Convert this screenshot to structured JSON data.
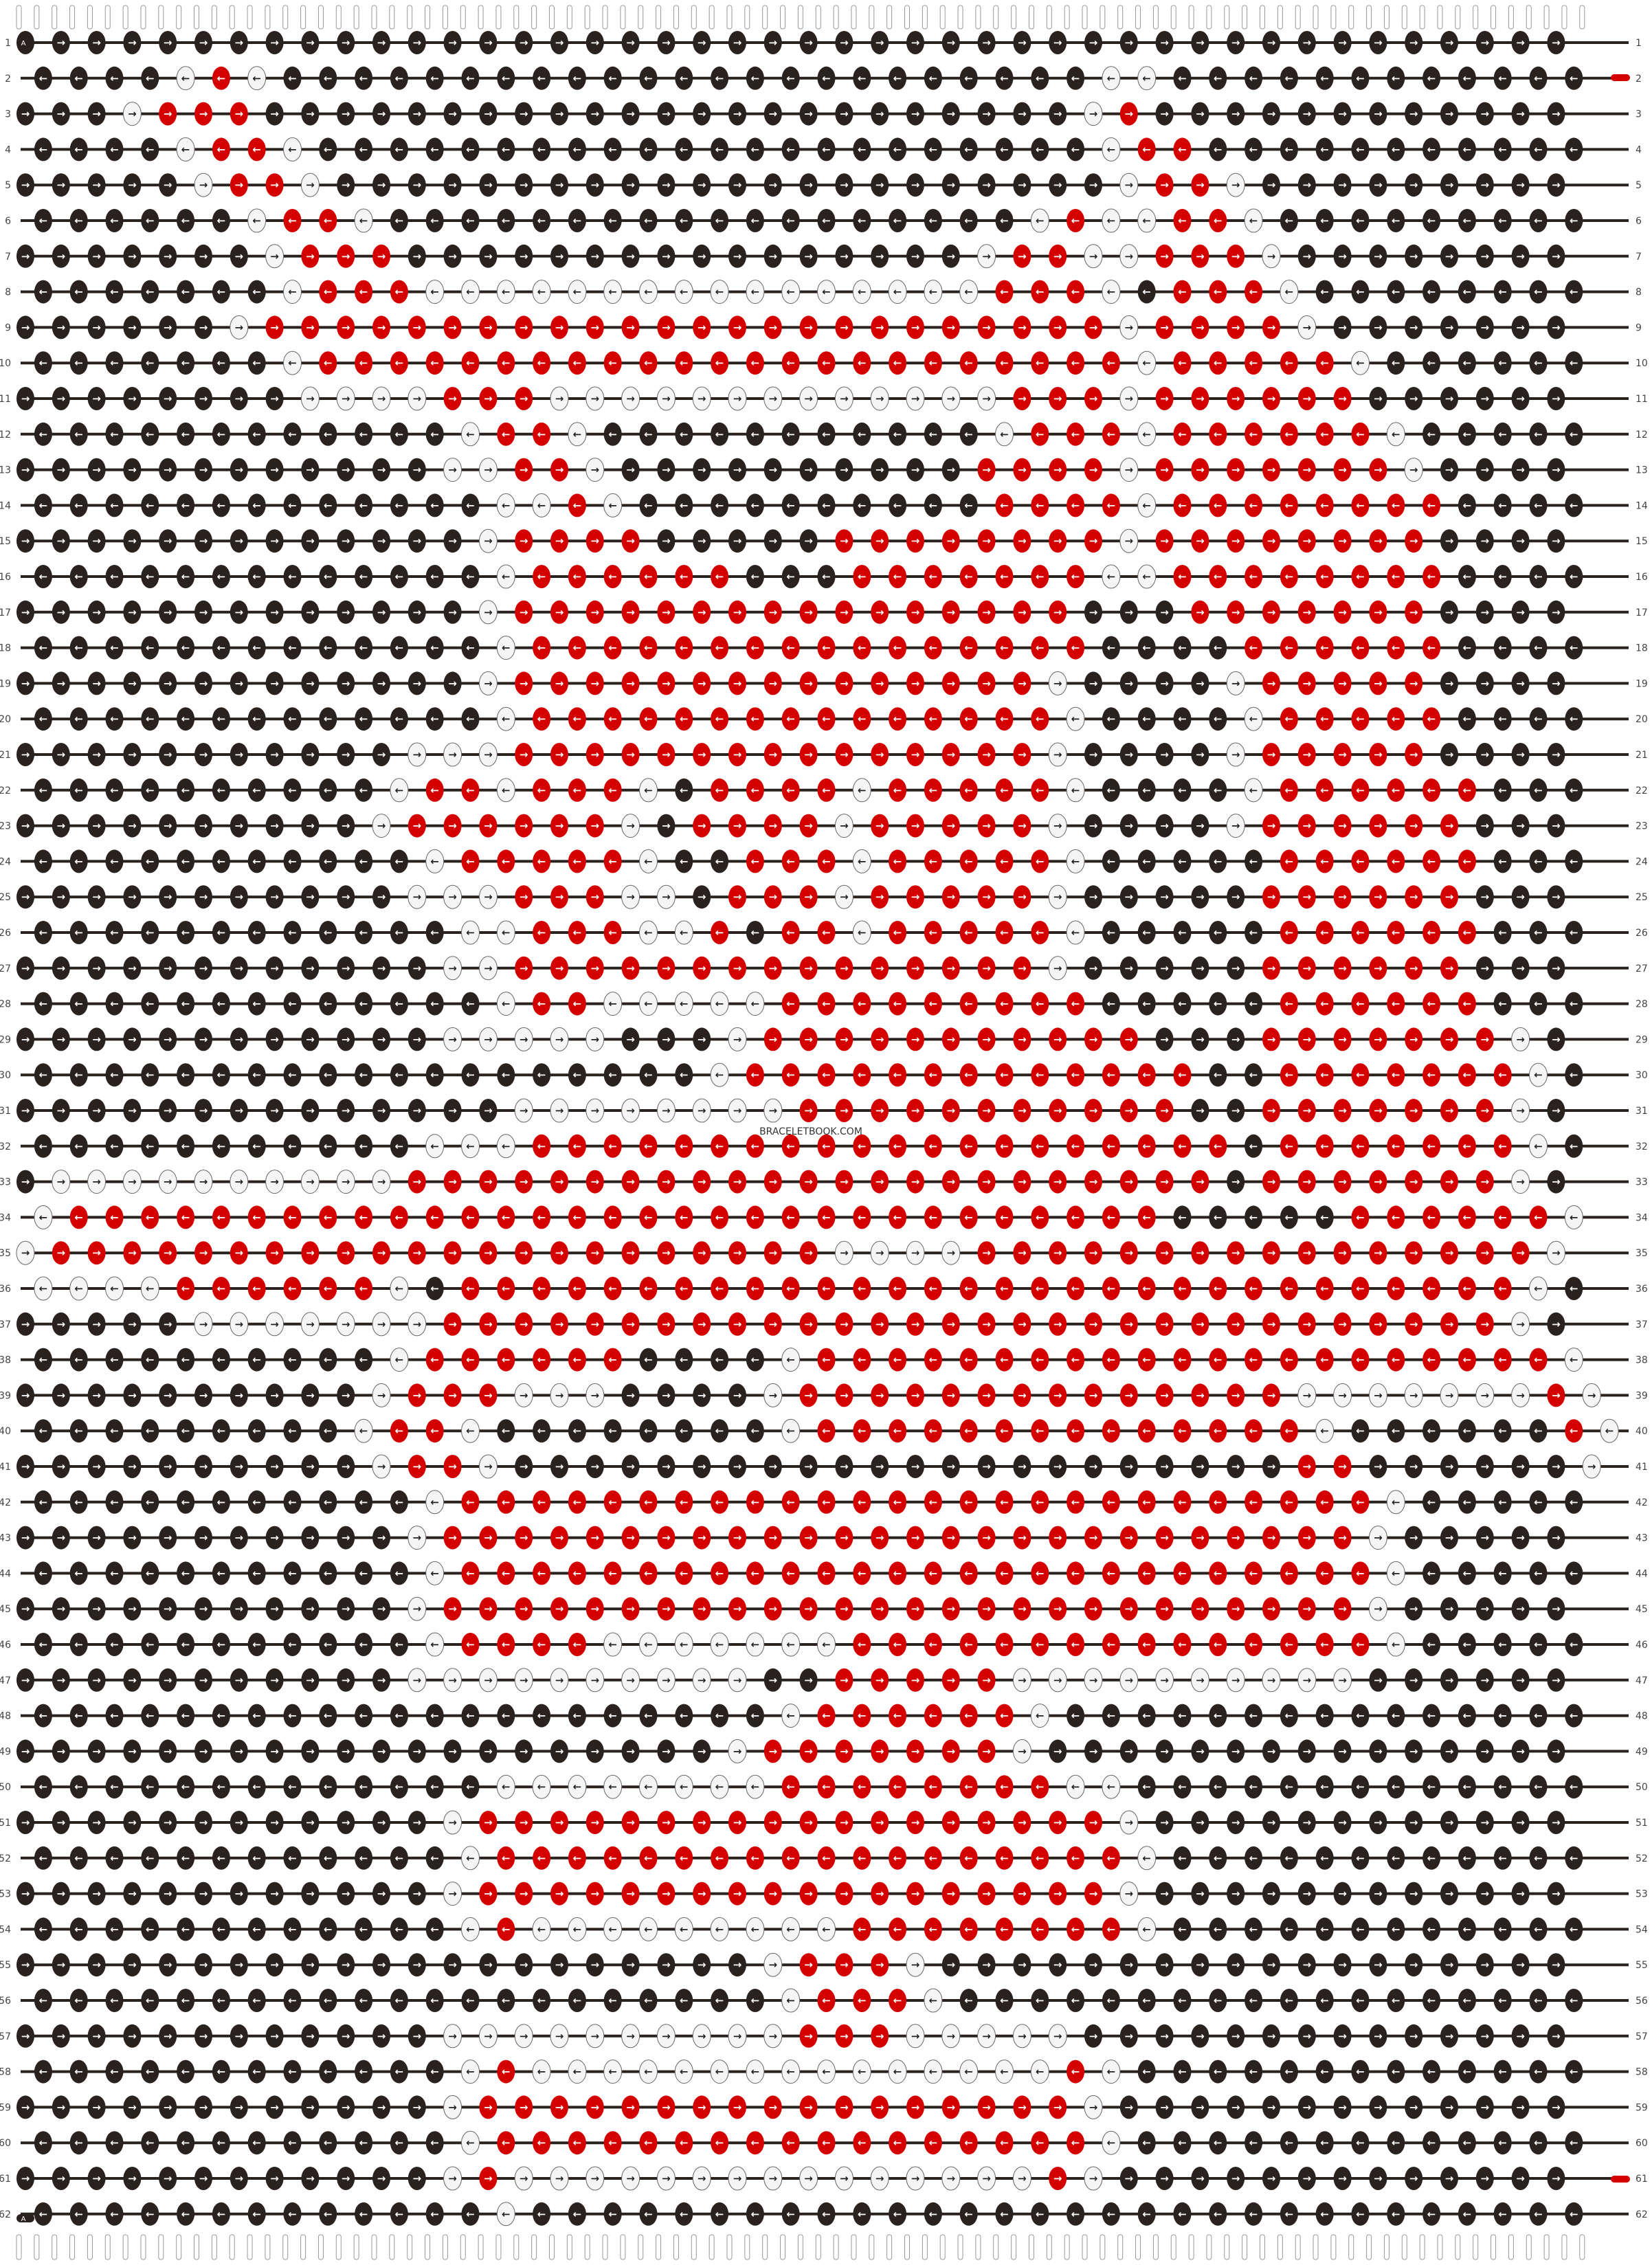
{
  "pattern": {
    "site_label": "BRACELETBOOK.COM",
    "start_label_left": "A",
    "end_label_left": "A",
    "rows": 62,
    "knot_columns": 44,
    "string_count": 89,
    "colors": {
      "background": "#ffffff",
      "dark": "#2a221e",
      "red": "#d40000",
      "light": "#f5f5f5",
      "string_stub": "#e6e6e6",
      "row_number": "#444444"
    },
    "row_numbers": [
      "1",
      "2",
      "3",
      "4",
      "5",
      "6",
      "7",
      "8",
      "9",
      "10",
      "11",
      "12",
      "13",
      "14",
      "15",
      "16",
      "17",
      "18",
      "19",
      "20",
      "21",
      "22",
      "23",
      "24",
      "25",
      "26",
      "27",
      "28",
      "29",
      "30",
      "31",
      "32",
      "33",
      "34",
      "35",
      "36",
      "37",
      "38",
      "39",
      "40",
      "41",
      "42",
      "43",
      "44",
      "45",
      "46",
      "47",
      "48",
      "49",
      "50",
      "51",
      "52",
      "53",
      "54",
      "55",
      "56",
      "57",
      "58",
      "59",
      "60",
      "61",
      "62"
    ],
    "row_patterns": [
      "DDDDDDDDDDDDDDDDDDDDDDDDDDDDDDDDDDDDDDDDDDDD",
      "DDDDWRWDDDDDDDDDDDDDDDDDDDDDDDWWDDDDDDDDDDDD",
      "DDDWRRRDDDDDDDDDDDDDDDDDDDDDDDWRDDDDDDDDDDDD",
      "DDDDWRRWDDDDDDDDDDDDDDDDDDDDDDWRRDDDDDDDDDDD",
      "DDDDDWRRWDDDDDDDDDDDDDDDDDDDDDDWRRWDDDDDDDDD",
      "DDDDDDWRRWDDDDDDDDDDDDDDDDDDWRWWRRWDDDDDDDDD",
      "DDDDDDDWRRRDDDDDDDDDDDDDDDDWRRWWRRRWDDDDDDDD",
      "DDDDDDDWRRRWWWWWWWWWWWWWWWWRRRWDRRRWDDDDDDDD",
      "DDDDDDWRRRRRRRRRRRRRRRRRRRRRRRRWRRRRWDDDDDDD",
      "DDDDDDDWRRRRRRRRRRRRRRRRRRRRRRRWRRRRRWDDDDDD",
      "DDDDDDDDWWWWRRRWWWWWWWWWWWWWRRRWRRRRRRDDDDDD",
      "DDDDDDDDDDDDWRRWDDDDDDDDDDDWRRRWRRRRRRWDDDDD",
      "DDDDDDDDDDDDWWRRWDDDDDDDDDDRRRRWRRRRRRRWDDDD",
      "DDDDDDDDDDDDDWWRWDDDDDDDDDDRRRRWRRRRRRRRDDDD",
      "DDDDDDDDDDDDDWRRRRDDDDDRRRRRRRRWRRRRRRRRDDDD",
      "DDDDDDDDDDDDDWRRRRRRDDDRRRRRRRWWRRRRRRRRDDDD",
      "DDDDDDDDDDDDDWRRRRRRRRRRRRRRRRDDDRRRRRRRDDDD",
      "DDDDDDDDDDDDDWRRRRRRRRRRRRRRRRDDDDRRRRRRDDDD",
      "DDDDDDDDDDDDDWRRRRRRRRRRRRRRRWDDDDWRRRRRDDDD",
      "DDDDDDDDDDDDDWRRRRRRRRRRRRRRRWDDDDWRRRRRDDDD",
      "DDDDDDDDDDDWWWRRRRRRRRRRRRRRRWDDDDWRRRRRDDDD",
      "DDDDDDDDDDWRRWRRRWDRRRRWRRRRRWDDDDWRRRRRRDDD",
      "DDDDDDDDDDWRRRRRRWDRRRRWRRRRRWDDDDWRRRRRRDDD",
      "DDDDDDDDDDDWRRRRRWDDRRRWRRRRRWDDDDDRRRRRRDDD",
      "DDDDDDDDDDDWWWRRRWWDRRRWRRRRRWDDDDDRRRRRRDDD",
      "DDDDDDDDDDDDWWRRRWWRDRRWRRRRRWDDDDDRRRRRRDDD",
      "DDDDDDDDDDDDWWRRRRRRRRRRRRRRRWDDDDDRRRRRRDDD",
      "DDDDDDDDDDDDDWRRWWWWWRRRRRRRRRDDDDDRRRRRRDDD",
      "DDDDDDDDDDDDWWWWWDDDWRRRRRRRRRRRDDDRRRRRRRWD",
      "DDDDDDDDDDDDDDDDDDDWRRRRRRRRRRRRRDDRRRRRRRWD",
      "DDDDDDDDDDDDDDWWWWWWWWRRRRRRRRRRRDDRRRRRRRWD",
      "DDDDDDDDDDDWWWRRRRRRRRRRRRRRRRRRRRDRRRRRRRWD",
      "DWWWWWWWWWWRRRRRRRRRRRRRRRRRRRRRRRDRRRRRRRWD",
      "WRRRRRRRRRRRRRRRRRRRRRRRRRRRRRRRDDDDDRRRRRRW",
      "WRRRRRRRRRRRRRRRRRRRRRRWWWWRRRRRRRRRRRRRRRRW",
      "WWWWRRRRRRWDRRRRRRRRRRRRRRRRRRRRRRRRRRRRRRWD",
      "DDDDDWWWWWWWRRRRRRRRRRRRRRRRRRRRRRRRRRRRRRWD",
      "DDDDDDDDDDWRRRRRRDDDDWRRRRRRRRRRRRRRRRRRRRRW",
      "DDDDDDDDDDWRRRWWWDDDDWRRRRRRRRRRRRRRWWWWWWWRW",
      "DDDDDDDDDWRRWDDDDDDDDWRRRRRRRRRRRRRRWDDDDDDRW",
      "DDDDDDDDDDWRRWDDDDDDDDDDDDDDDDDDDDDDRRDDDDDDW",
      "DDDDDDDDDDDWRRRRRRRRRRRRRRRRRRRRRRRRRRWDDDDD",
      "DDDDDDDDDDDWRRRRRRRRRRRRRRRRRRRRRRRRRRWDDDDD",
      "DDDDDDDDDDDWRRRRRRRRRRRRRRRRRRRRRRRRRRWDDDDD",
      "DDDDDDDDDDDWRRRRRRRRRRRRRRRRRRRRRRRRRRWDDDDD",
      "DDDDDDDDDDDWRRRRWWWWWWWRRRRRRRRRRRRRRRWDDDDD",
      "DDDDDDDDDDDWWWWWWWWWWDDRRRRRWWWWWWWWWWDDDDDD",
      "DDDDDDDDDDDDDDDDDDDDDWRRRRRRWDDDDDDDDDDDDDDD",
      "DDDDDDDDDDDDDDDDDDDDWRRRRRRRWDDDDDDDDDDDDDDD",
      "DDDDDDDDDDDDDWWWWWWWWRRRRRRRRWWDDDDDDDDDDDDD",
      "DDDDDDDDDDDDWRRRRRRRRRRRRRRRRRRWDDDDDDDDDDDD",
      "DDDDDDDDDDDDWRRRRRRRRRRRRRRRRRRWDDDDDDDDDDDD",
      "DDDDDDDDDDDDWRRRRRRRRRRRRRRRRRRWDDDDDDDDDDDD",
      "DDDDDDDDDDDDWRWWWWWWWWWRRRRRRRRWDDDDDDDDDDDD",
      "DDDDDDDDDDDDDDDDDDDDDWRRRWDDDDDDDDDDDDDDDDDD",
      "DDDDDDDDDDDDDDDDDDDDDWRRRWDDDDDDDDDDDDDDDDDD",
      "DDDDDDDDDDDDWWWWWWWWWWRRRWWWWWDDDDDDDDDDDDDD",
      "DDDDDDDDDDDDWRWWWWWWWWWWWWWWWRWDDDDDDDDDDDDD",
      "DDDDDDDDDDDDWRRRRRRRRRRRRRRRRRWDDDDDDDDDDDDD",
      "DDDDDDDDDDDDWRRRRRRRRRRRRRRRRRWDDDDDDDDDDDDD",
      "DDDDDDDDDDDDWRWWWWWWWWWWWWWWWRWDDDDDDDDDDDDD",
      "DDDDDDDDDDDDDWDDDDDDDDDDDDDDDDDDDDDDDDDDDDDD"
    ]
  }
}
